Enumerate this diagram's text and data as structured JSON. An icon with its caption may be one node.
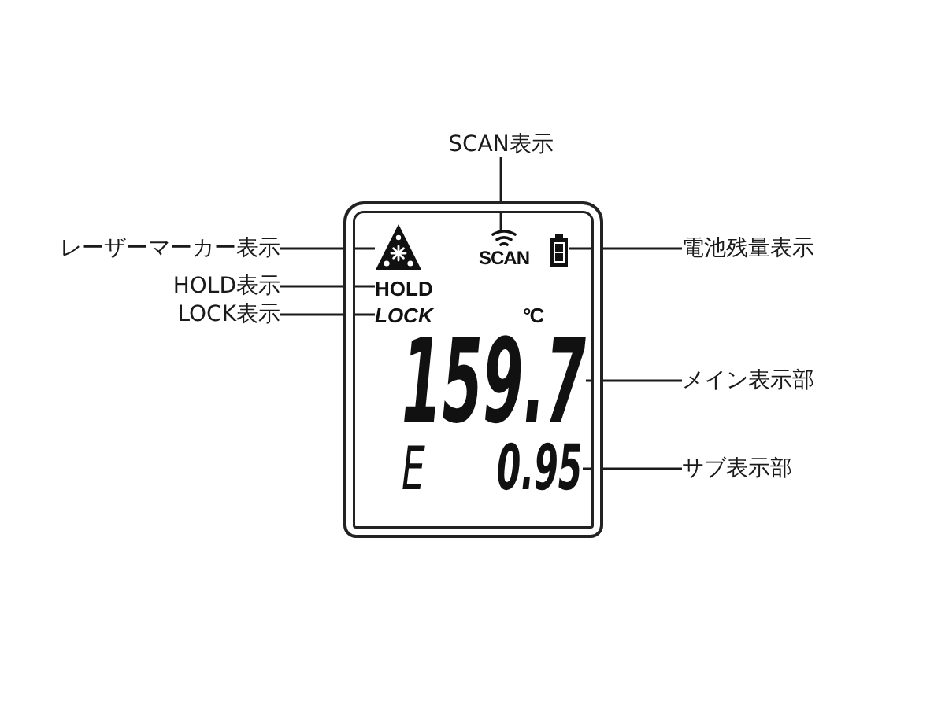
{
  "diagram": {
    "nodes": [
      {
        "text": [],
        "shape": "box"
      },
      {
        "text": [],
        "shape": "triangle",
        "in": 0
      },
      {
        "text": [
          "HOLD"
        ],
        "in": 0
      },
      {
        "text": [
          "LOCK"
        ],
        "in": 0
      },
      {
        "text": [
          "SCAN"
        ],
        "in": 0
      },
      {
        "text": [],
        "shape": "battery",
        "in": 0
      },
      {
        "text": [
          "159.7"
        ],
        "beside": [
          "°C"
        ],
        "in": 0
      },
      {
        "text": [
          "E",
          "0.95"
        ],
        "in": 0
      },
      {
        "text": [
          "レーザーマーカー表示"
        ]
      },
      {
        "text": [
          "HOLD表示"
        ]
      },
      {
        "text": [
          "LOCK表示"
        ]
      },
      {
        "text": [
          "SCAN表示"
        ]
      },
      {
        "text": [
          "電池残量表示"
        ]
      },
      {
        "text": [
          "メイン表示部"
        ]
      },
      {
        "text": [
          "サブ表示部"
        ]
      }
    ],
    "edges": [
      {
        "from": 8,
        "to": 1,
        "arrow": "none"
      },
      {
        "from": 9,
        "to": 2,
        "arrow": "none"
      },
      {
        "from": 10,
        "to": 3,
        "arrow": "none"
      },
      {
        "from": 11,
        "to": 4,
        "arrow": "none"
      },
      {
        "from": 12,
        "to": 5,
        "arrow": "none"
      },
      {
        "from": 13,
        "to": 6,
        "arrow": "none"
      },
      {
        "from": 14,
        "to": 7,
        "arrow": "none"
      }
    ]
  }
}
